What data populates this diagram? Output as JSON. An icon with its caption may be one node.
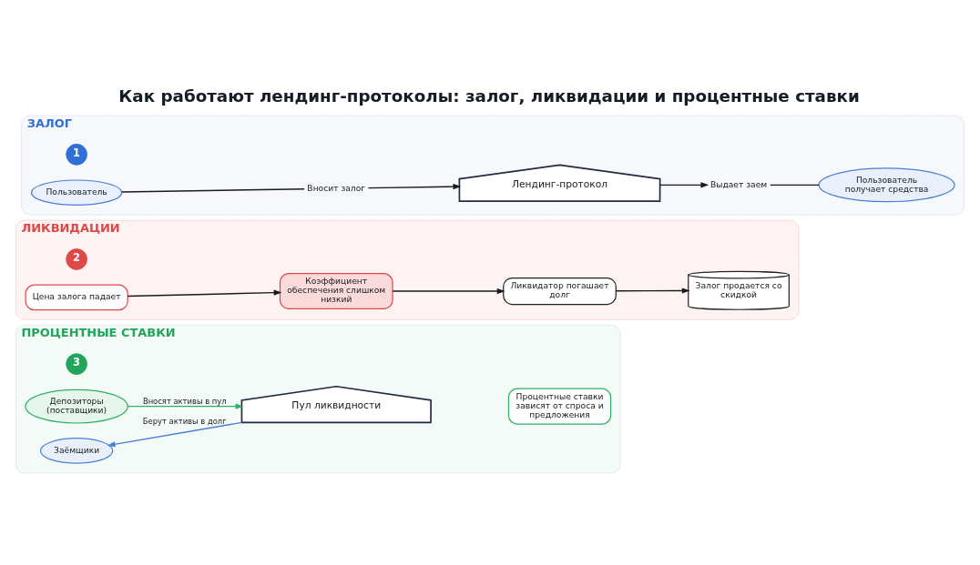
{
  "diagram": {
    "title": "Как работают лендинг-протоколы: залог, ликвидации и процентные ставки",
    "nodes": [
      {
        "text": [
          "ЗАЛОГ"
        ]
      },
      {
        "text": [
          "1"
        ],
        "in": 0
      },
      {
        "text": [
          "Пользователь"
        ],
        "in": 0
      },
      {
        "text": [
          "Вносит залог"
        ],
        "in": 0
      },
      {
        "text": [
          "Лендинг-протокол"
        ],
        "in": 0
      },
      {
        "text": [
          "Выдает заем"
        ],
        "in": 0
      },
      {
        "text": [
          "Пользователь получает средства"
        ],
        "in": 0
      },
      {
        "text": [
          "ЛИКВИДАЦИИ"
        ]
      },
      {
        "text": [
          "2"
        ],
        "in": 7
      },
      {
        "text": [
          "Цена залога падает"
        ],
        "in": 7
      },
      {
        "text": [
          "Коэффициент обеспечения слишком низкий"
        ],
        "in": 7
      },
      {
        "text": [
          "Ликвидатор погашает долг"
        ],
        "in": 7
      },
      {
        "text": [
          "Залог продается со скидкой"
        ],
        "in": 7
      },
      {
        "text": [
          "ПРОЦЕНТНЫЕ СТАВКИ"
        ]
      },
      {
        "text": [
          "3"
        ],
        "in": 13
      },
      {
        "text": [
          "Депозиторы (поставщики)"
        ],
        "in": 13
      },
      {
        "text": [
          "Заёмщики"
        ],
        "in": 13
      },
      {
        "text": [
          "Пул ликвидности"
        ],
        "in": 13
      },
      {
        "text": [
          "Процентные ставки зависят от спроса и предложения"
        ],
        "in": 13
      }
    ],
    "edges": [
      {
        "from": 2,
        "to": 3,
        "arrow": "none"
      },
      {
        "from": 3,
        "to": 4,
        "arrow": "to"
      },
      {
        "from": 4,
        "to": 5,
        "arrow": "to"
      },
      {
        "from": 5,
        "to": 6,
        "arrow": "none"
      },
      {
        "from": 9,
        "to": 10,
        "arrow": "to"
      },
      {
        "from": 10,
        "to": 11,
        "arrow": "to"
      },
      {
        "from": 11,
        "to": 12,
        "arrow": "to"
      },
      {
        "from": 15,
        "to": 17,
        "arrow": "to",
        "label": "Вносят активы в пул",
        "color": "#2fb063"
      },
      {
        "from": 17,
        "to": 16,
        "arrow": "to",
        "label": "Берут активы в долг",
        "color": "#4a7fd6"
      }
    ]
  }
}
